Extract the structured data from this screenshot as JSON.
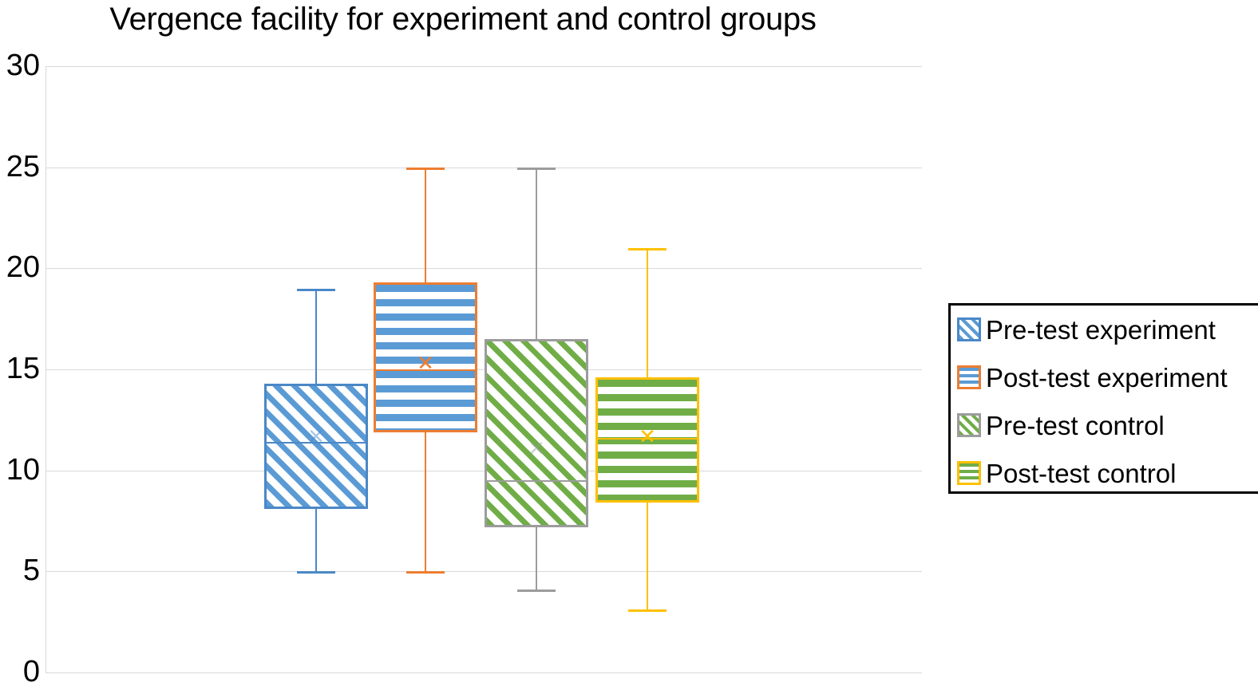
{
  "chart_data": {
    "type": "box",
    "title": "Vergence facility for experiment and control groups",
    "xlabel": "",
    "ylabel": "",
    "ylim": [
      0,
      30
    ],
    "yticks": [
      30,
      25,
      20,
      15,
      10,
      5,
      0
    ],
    "grid": true,
    "legend_position": "right",
    "categories": [
      "Pre-test experiment",
      "Post-test experiment",
      "Pre-test control",
      "Post-test control"
    ],
    "series": [
      {
        "name": "Pre-test experiment",
        "min": 5.0,
        "q1": 8.1,
        "median": 11.4,
        "q3": 14.3,
        "max": 19.0,
        "mean": 11.7,
        "color_border": "#4A88C7",
        "color_fill": "#5B9BD5",
        "pattern": "diagonal"
      },
      {
        "name": "Post-test experiment",
        "min": 5.0,
        "q1": 11.9,
        "median": 15.0,
        "q3": 19.3,
        "max": 25.0,
        "mean": 15.3,
        "color_border": "#ED7D31",
        "color_fill": "#5B9BD5",
        "pattern": "horizontal"
      },
      {
        "name": "Pre-test control",
        "min": 4.1,
        "q1": 7.2,
        "median": 9.5,
        "q3": 16.5,
        "max": 25.0,
        "mean": 11.1,
        "color_border": "#9C9C9C",
        "color_fill": "#70AD47",
        "pattern": "diagonal"
      },
      {
        "name": "Post-test control",
        "min": 3.1,
        "q1": 8.4,
        "median": 11.6,
        "q3": 14.6,
        "max": 21.0,
        "mean": 11.7,
        "color_border": "#FFC000",
        "color_fill": "#70AD47",
        "pattern": "horizontal"
      }
    ]
  },
  "legend": {
    "items": [
      {
        "label": "Pre-test experiment",
        "border": "#4A88C7",
        "fill": "#5B9BD5",
        "pattern": "diagonal"
      },
      {
        "label": "Post-test experiment",
        "border": "#ED7D31",
        "fill": "#5B9BD5",
        "pattern": "horizontal"
      },
      {
        "label": "Pre-test control",
        "border": "#9C9C9C",
        "fill": "#70AD47",
        "pattern": "diagonal"
      },
      {
        "label": "Post-test control",
        "border": "#FFC000",
        "fill": "#70AD47",
        "pattern": "horizontal"
      }
    ]
  },
  "axis": {
    "y_tick_labels": [
      "30",
      "25",
      "20",
      "15",
      "10",
      "5",
      "0"
    ]
  },
  "colors": {
    "gridline": "#d9d9d9",
    "blue": "#5B9BD5",
    "orange": "#ED7D31",
    "green": "#70AD47",
    "yellow": "#FFC000",
    "gray": "#9C9C9C"
  }
}
